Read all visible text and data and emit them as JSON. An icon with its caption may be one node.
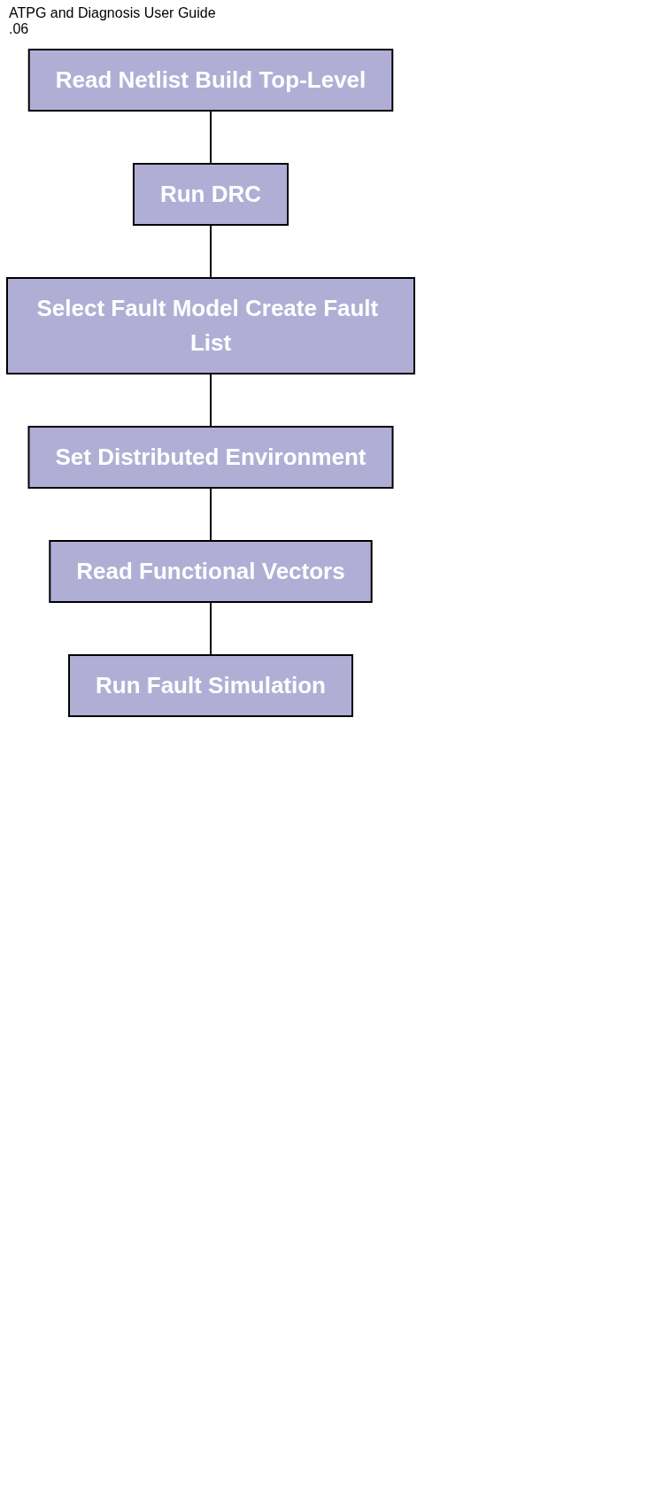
{
  "diagram": {
    "nodes": [
      {
        "text": [
          "Read Netlist Build Top-Level"
        ]
      },
      {
        "text": [
          "Run DRC"
        ]
      },
      {
        "text": [
          "Select Fault Model Create Fault List"
        ]
      },
      {
        "text": [
          "Set Distributed Environment"
        ]
      },
      {
        "text": [
          "Read Functional Vectors"
        ]
      },
      {
        "text": [
          "Run Fault Simulation"
        ]
      }
    ],
    "edges": [
      {
        "from": 0,
        "to": 1,
        "arrow": "none"
      },
      {
        "from": 1,
        "to": 2,
        "arrow": "none"
      },
      {
        "from": 2,
        "to": 3,
        "arrow": "none"
      },
      {
        "from": 3,
        "to": 4,
        "arrow": "none"
      },
      {
        "from": 4,
        "to": 5,
        "arrow": "none"
      }
    ],
    "labels": [
      "ATPG and Diagnosis User Guide",
      ".06"
    ]
  }
}
